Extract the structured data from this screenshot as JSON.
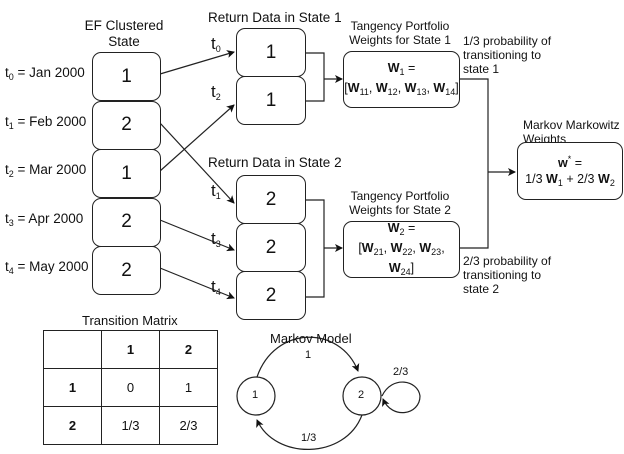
{
  "headers": {
    "ef_clustered": "EF Clustered State",
    "return_state1": "Return Data in State 1",
    "return_state2": "Return Data in State 2",
    "tangency_state1": "Tangency Portfolio Weights for State 1",
    "tangency_state2": "Tangency Portfolio Weights for State 2",
    "markov_weights": "Markov Markowitz Weights",
    "transition_matrix": "Transition Matrix",
    "markov_model": "Markov Model"
  },
  "timeline": [
    {
      "t": "t",
      "sub": "0",
      "date": "= Jan 2000",
      "state": "1"
    },
    {
      "t": "t",
      "sub": "1",
      "date": "= Feb 2000",
      "state": "2"
    },
    {
      "t": "t",
      "sub": "2",
      "date": "= Mar 2000",
      "state": "1"
    },
    {
      "t": "t",
      "sub": "3",
      "date": "= Apr 2000",
      "state": "2"
    },
    {
      "t": "t",
      "sub": "4",
      "date": "= May 2000",
      "state": "2"
    }
  ],
  "state1_returns": [
    {
      "sub": "0",
      "value": "1"
    },
    {
      "sub": "2",
      "value": "1"
    }
  ],
  "state2_returns": [
    {
      "sub": "1",
      "value": "2"
    },
    {
      "sub": "3",
      "value": "2"
    },
    {
      "sub": "4",
      "value": "2"
    }
  ],
  "w1": {
    "name": "W",
    "sub": "1",
    "eq": " =",
    "elems": [
      "11",
      "12",
      "13",
      "14"
    ]
  },
  "w2": {
    "name": "W",
    "sub": "2",
    "eq": " =",
    "elems": [
      "21",
      "22",
      "23",
      "24"
    ]
  },
  "wstar": {
    "name": "w",
    "sup": "*",
    "eq": " =",
    "c1": "1/3",
    "c2": "+ 2/3",
    "t1": "W",
    "s1": "1",
    "t2": "W",
    "s2": "2"
  },
  "prob1": "1/3 probability of transitioning to state 1",
  "prob2": "2/3 probability of transitioning to state 2",
  "transition_matrix": {
    "header": [
      "",
      "1",
      "2"
    ],
    "rows": [
      [
        "1",
        "0",
        "1"
      ],
      [
        "2",
        "1/3",
        "2/3"
      ]
    ]
  },
  "markov_model": {
    "nodes": [
      "1",
      "2"
    ],
    "edges": {
      "one_to_two": "1",
      "two_to_two": "2/3",
      "two_to_one": "1/3"
    }
  }
}
